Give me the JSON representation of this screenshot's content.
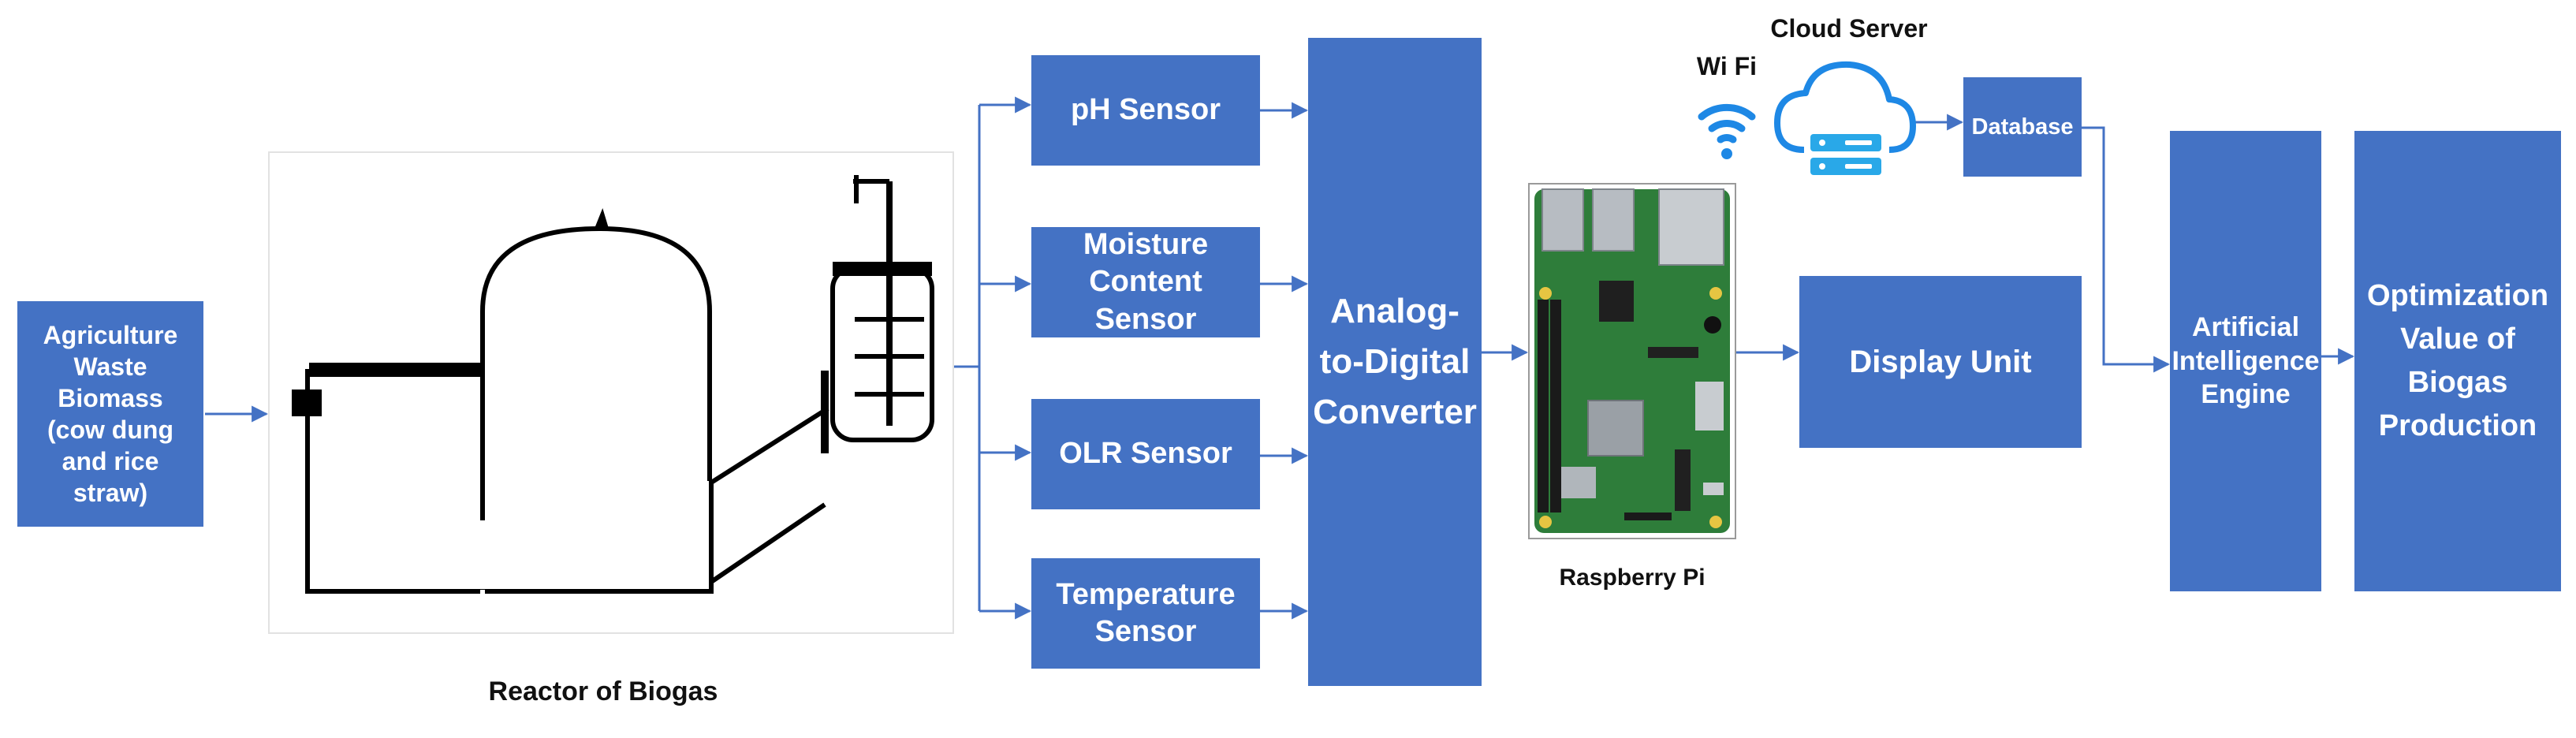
{
  "input": {
    "label": "Agriculture Waste Biomass (cow dung and rice straw)"
  },
  "reactor": {
    "caption": "Reactor of Biogas"
  },
  "sensors": [
    {
      "label": "pH Sensor"
    },
    {
      "label": "Moisture Content Sensor"
    },
    {
      "label": "OLR Sensor"
    },
    {
      "label": "Temperature Sensor"
    }
  ],
  "adc": {
    "label": "Analog-to-Digital Converter"
  },
  "pi": {
    "caption": "Raspberry Pi"
  },
  "wifi": {
    "label": "Wi Fi"
  },
  "cloud": {
    "label": "Cloud Server"
  },
  "database": {
    "label": "Database"
  },
  "display": {
    "label": "Display Unit"
  },
  "ai": {
    "label": "Artificial Intelligence Engine"
  },
  "output": {
    "label": "Optimization Value of Biogas Production"
  },
  "colors": {
    "box": "#4472C4",
    "arrow": "#4472C4",
    "text_on_box": "#FFFFFF",
    "board": "#2E7D3A"
  }
}
